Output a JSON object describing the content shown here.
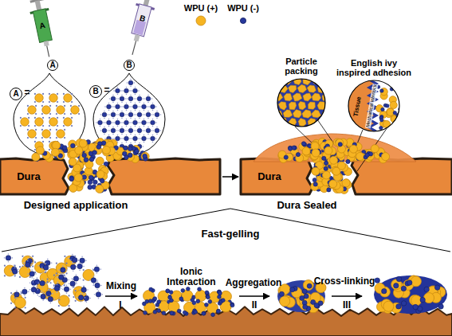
{
  "diagram": {
    "nodes": [
      {
        "text": [
          "A"
        ]
      },
      {
        "text": [
          "B"
        ]
      },
      {
        "text": [
          "A"
        ]
      },
      {
        "text": [
          "B"
        ]
      },
      {
        "text": [
          "Particle packing"
        ]
      },
      {
        "text": [
          "English ivy inspired adhesion"
        ]
      }
    ],
    "labels": [
      "=",
      "=",
      "A",
      "B",
      "Dura",
      "Dura",
      "Designed application",
      "Dura Sealed",
      "Tissue",
      "Mechanical interlock",
      "Fast-gelling",
      "Mixing",
      "I",
      "Ionic Interaction",
      "II",
      "Aggregation",
      "III",
      "Cross-linking"
    ],
    "legend": [
      {
        "text": "WPU (+)"
      },
      {
        "text": "WPU (-)"
      }
    ]
  }
}
